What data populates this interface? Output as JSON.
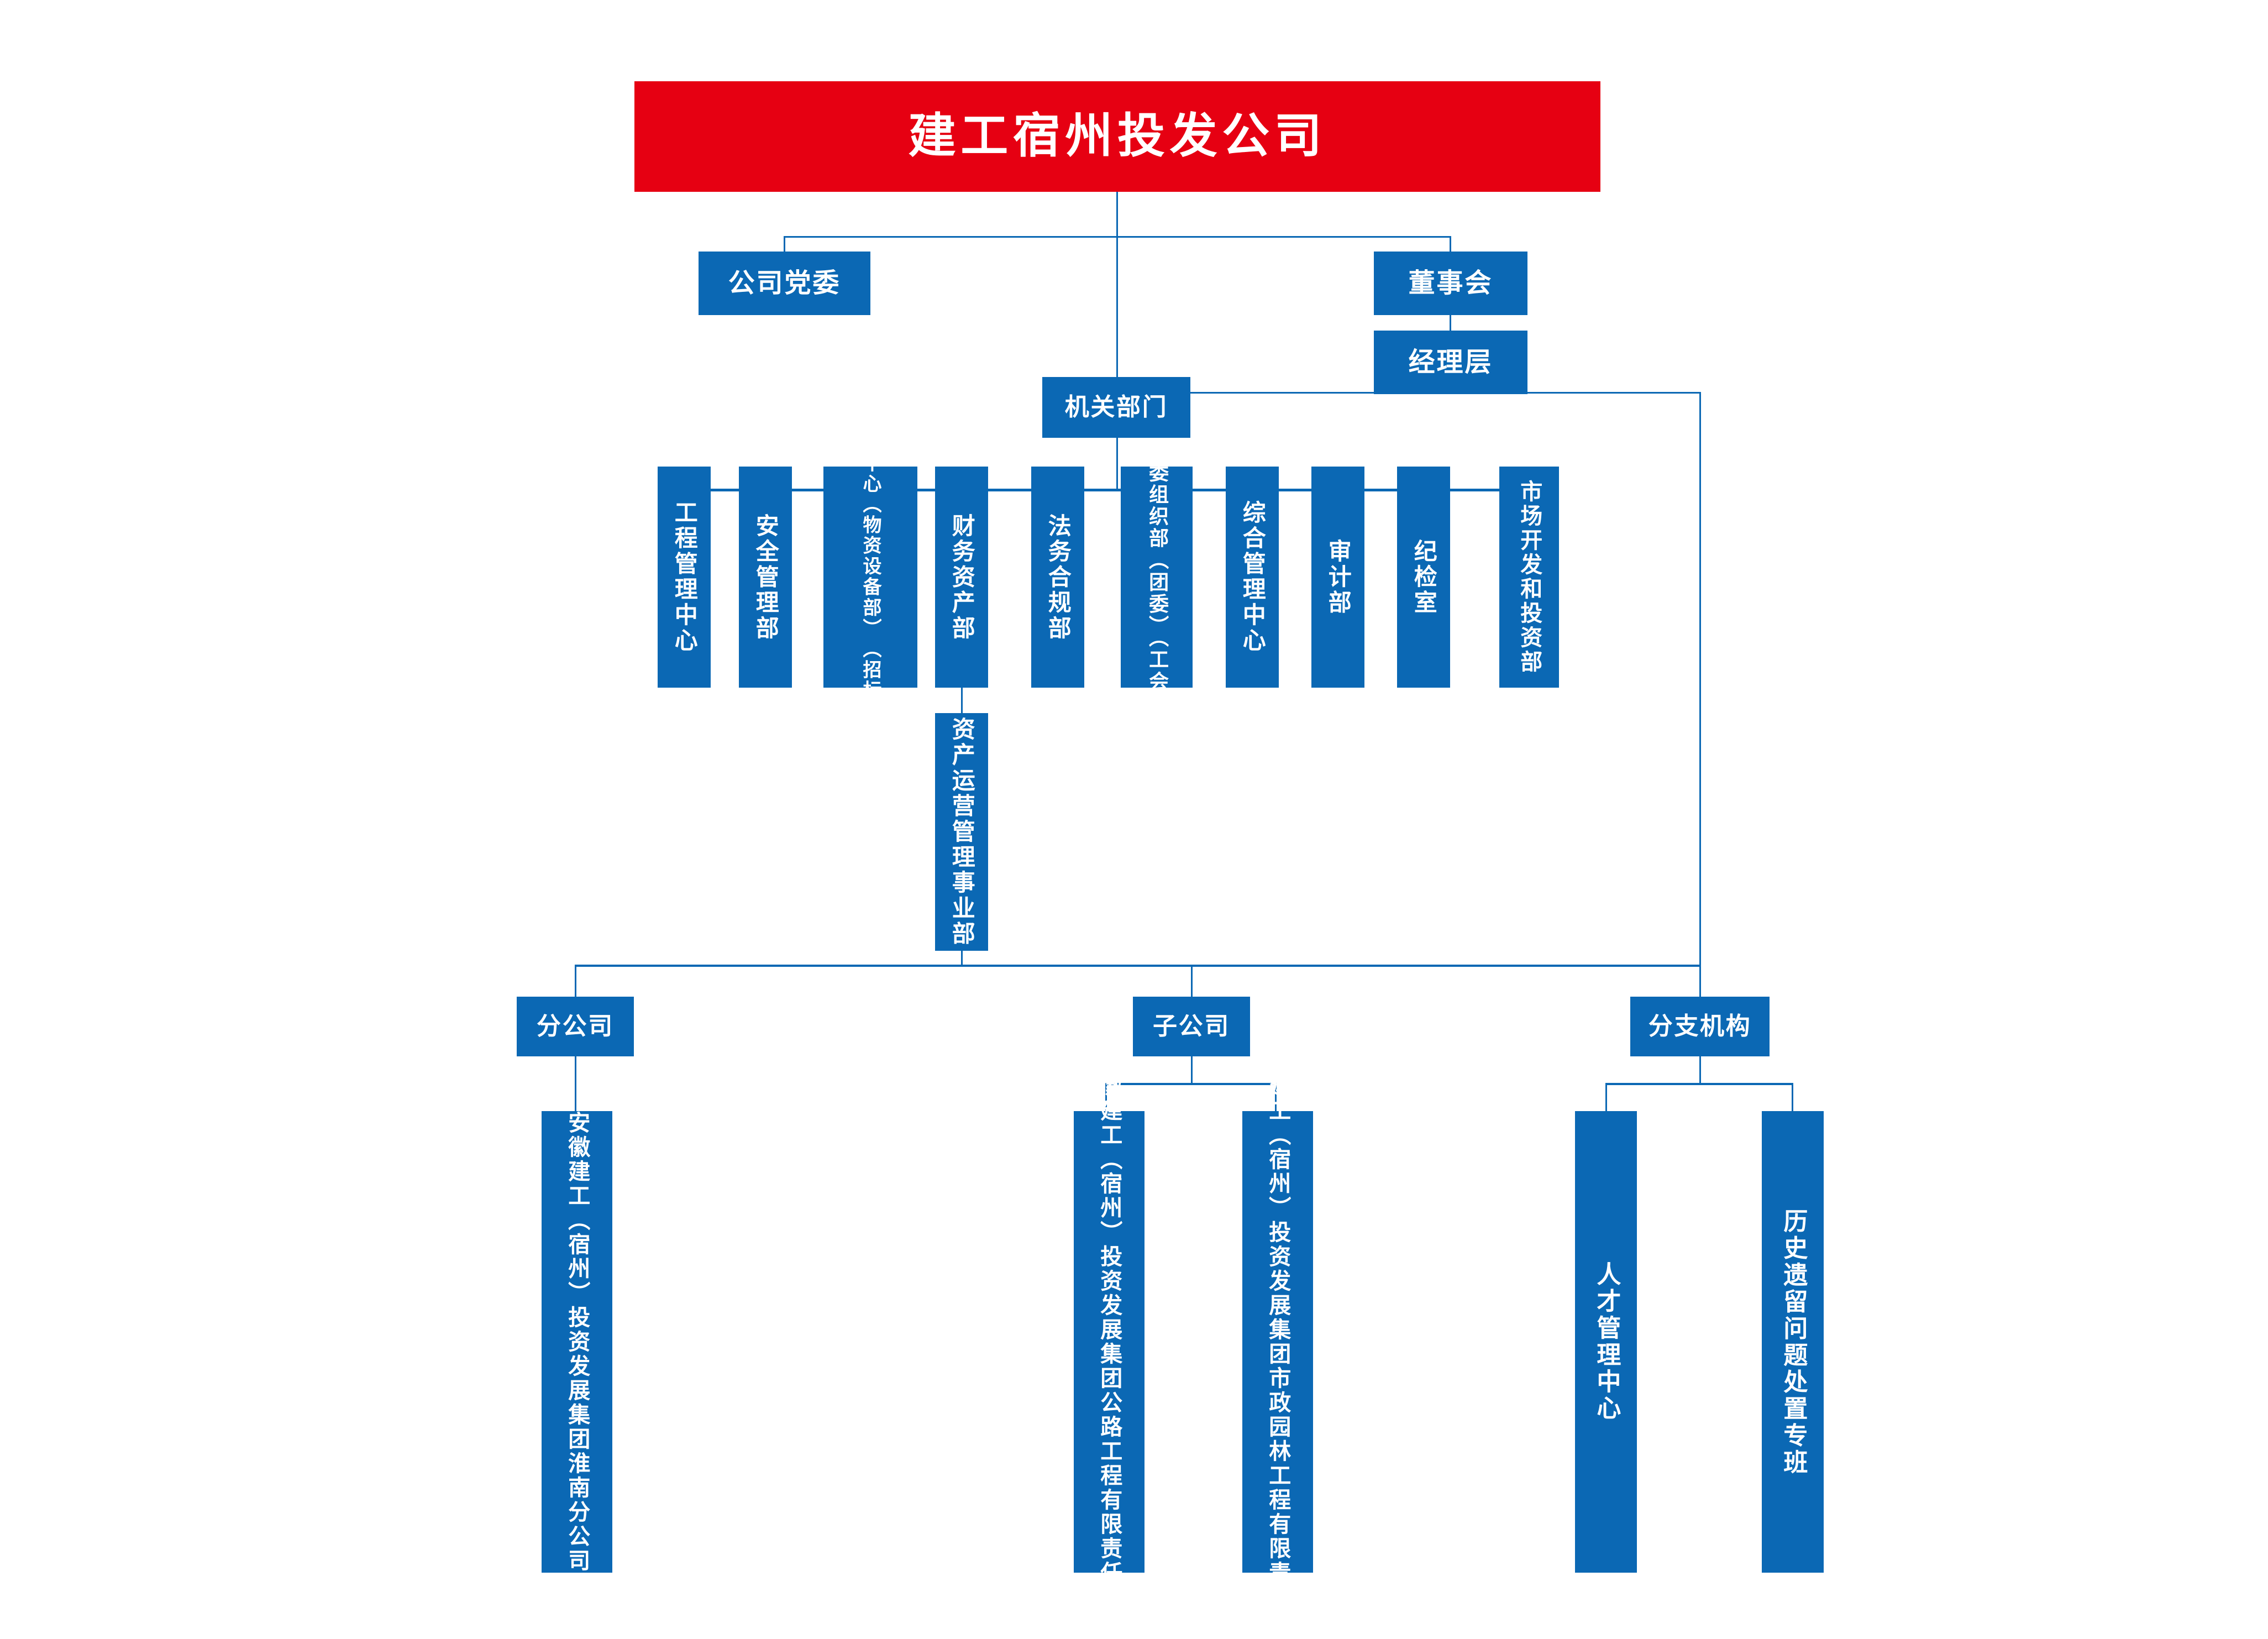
{
  "chart": {
    "kind": "organization-chart",
    "colors": {
      "brand_red": "#e60012",
      "brand_blue": "#0b68b4",
      "text": "#ffffff",
      "background": "#ffffff"
    }
  },
  "root": {
    "label": "建工宿州投发公司"
  },
  "level2": {
    "party_committee": {
      "label": "公司党委"
    },
    "board": {
      "label": "董事会"
    },
    "management": {
      "label": "经理层"
    },
    "departments_header": {
      "label": "机关部门"
    }
  },
  "departments": [
    {
      "columns": [
        "工程管理中心"
      ]
    },
    {
      "columns": [
        "安全管理部"
      ]
    },
    {
      "columns": [
        "成本管理中心",
        "（物资设备部）",
        "（招标管理部）"
      ]
    },
    {
      "columns": [
        "财务资产部"
      ]
    },
    {
      "columns": [
        "法务合规部"
      ]
    },
    {
      "columns": [
        "党委组织部",
        "（团委）（工会）"
      ]
    },
    {
      "columns": [
        "综合管理中心"
      ]
    },
    {
      "columns": [
        "审计部"
      ]
    },
    {
      "columns": [
        "纪检室"
      ]
    },
    {
      "columns": [
        "市场开发和投资部"
      ]
    }
  ],
  "business_unit": {
    "columns": [
      "资产运营管理事业部"
    ]
  },
  "groups": [
    {
      "header": "分公司",
      "children": [
        {
          "columns": [
            "安徽建工（宿州）投资发展集团",
            "淮南分公司"
          ]
        }
      ]
    },
    {
      "header": "子公司",
      "children": [
        {
          "columns": [
            "安徽建工（宿州）投资发展集团",
            "公路工程有限责任公司"
          ]
        },
        {
          "columns": [
            "安徽建工（宿州）投资发展集团",
            "市政园林工程有限责任公司"
          ]
        }
      ]
    },
    {
      "header": "分支机构",
      "children": [
        {
          "columns": [
            "人才管理中心"
          ]
        },
        {
          "columns": [
            "历史遗留问题处置专班"
          ]
        }
      ]
    }
  ]
}
